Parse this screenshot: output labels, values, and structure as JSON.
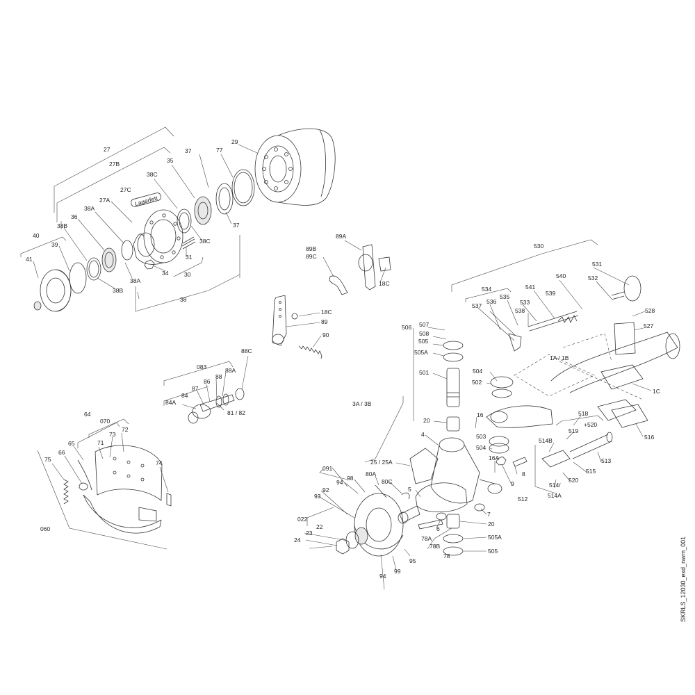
{
  "drawing": {
    "doc_id": "SKRLS_12030_exd_nwm_001",
    "inline_text": "Lagerfett",
    "labels": [
      "27",
      "27B",
      "27C",
      "27A",
      "37",
      "77",
      "29",
      "35",
      "38C",
      "38A",
      "36",
      "38B",
      "40",
      "39",
      "41",
      "31",
      "38C",
      "37",
      "34",
      "38A",
      "38B",
      "30",
      "38",
      "89A",
      "89B",
      "89C",
      "18C",
      "18C",
      "89",
      "90",
      "88C",
      "083",
      "88A",
      "88",
      "86",
      "87",
      "84",
      "84A",
      "81 / 82",
      "64",
      "070",
      "65",
      "71",
      "73",
      "72",
      "75",
      "66",
      "74",
      "060",
      "530",
      "531",
      "532",
      "534",
      "536",
      "535",
      "537",
      "533",
      "541",
      "539",
      "540",
      "538",
      "528",
      "527",
      "1A / 1B",
      "1C",
      "506",
      "507",
      "508",
      "505",
      "505A",
      "501",
      "504",
      "502",
      "3A / 3B",
      "20",
      "16",
      "4",
      "503",
      "504",
      "16A",
      "25 / 25A",
      "80A",
      "80C",
      "5",
      "8",
      "9",
      "7",
      "20",
      "6",
      "78A",
      "78B",
      "78",
      "505A",
      "505",
      "091",
      "98",
      "94",
      "92",
      "93",
      "022",
      "23",
      "22",
      "24",
      "95",
      "99",
      "94",
      "518",
      "+520",
      "519",
      "514B",
      "513",
      "515",
      "520",
      "514/",
      "514A",
      "512",
      "516"
    ]
  }
}
